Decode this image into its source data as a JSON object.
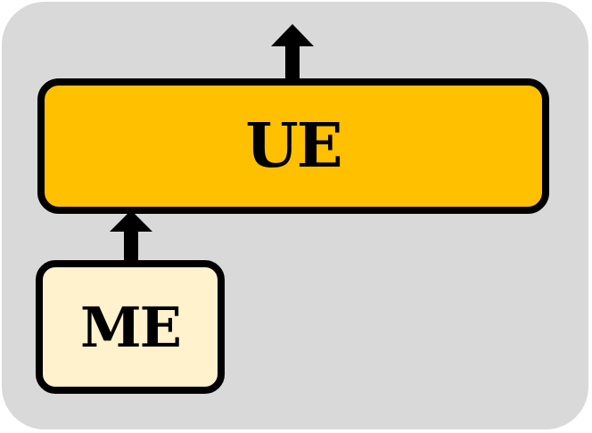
{
  "diagram": {
    "nodes": [
      {
        "id": "ue",
        "label": "UE",
        "fill": "#ffc000"
      },
      {
        "id": "me",
        "label": "ME",
        "fill": "#fff2cc"
      }
    ],
    "edges": [
      {
        "from": "me",
        "to": "ue"
      },
      {
        "from": "ue",
        "to": "out"
      }
    ],
    "colors": {
      "background": "#d9d9d9",
      "stroke": "#000000"
    }
  }
}
